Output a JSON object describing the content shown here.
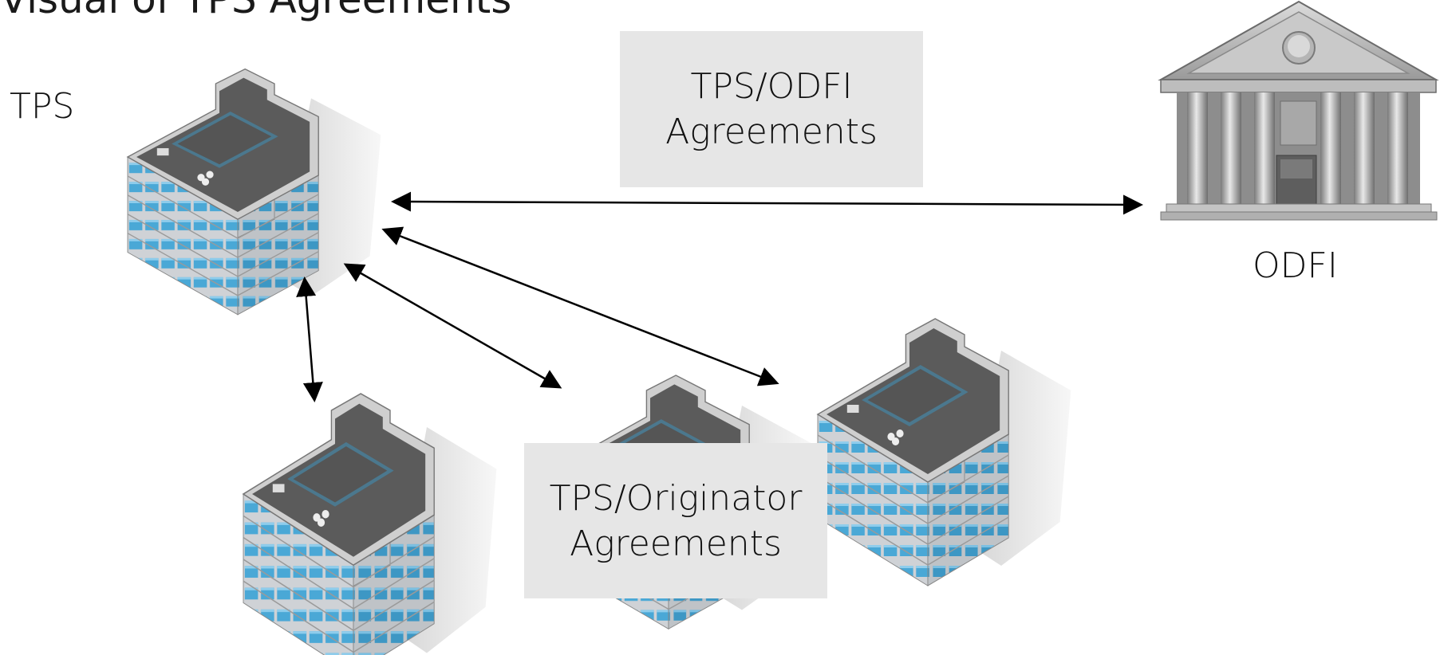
{
  "slide": {
    "title": "Visual of TPS Agreements"
  },
  "labels": {
    "tps": "TPS",
    "odfi": "ODFI"
  },
  "boxes": {
    "odfi_agreements": {
      "line1": "TPS/ODFI",
      "line2": "Agreements"
    },
    "originator_agreements": {
      "line1": "TPS/Originator",
      "line2": "Agreements"
    }
  },
  "colors": {
    "box_fill": "#e6e6e6",
    "window_blue": "#4aa8d6",
    "roof_dark": "#5a5a5a",
    "wall_grey": "#d9d9d9",
    "bank_grey": "#9c9c9c"
  },
  "icons": {
    "tps_building": "office-building-icon",
    "originator_buildings": "office-building-icon",
    "odfi_bank": "bank-building-icon"
  }
}
